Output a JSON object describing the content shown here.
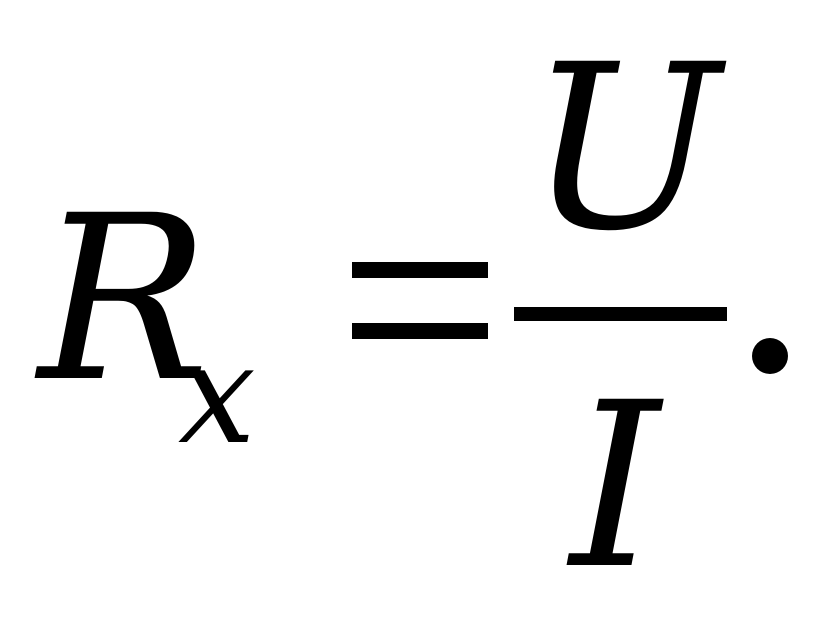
{
  "formula": {
    "lhs_variable": "R",
    "lhs_subscript": "x",
    "numerator": "U",
    "denominator": "I"
  }
}
